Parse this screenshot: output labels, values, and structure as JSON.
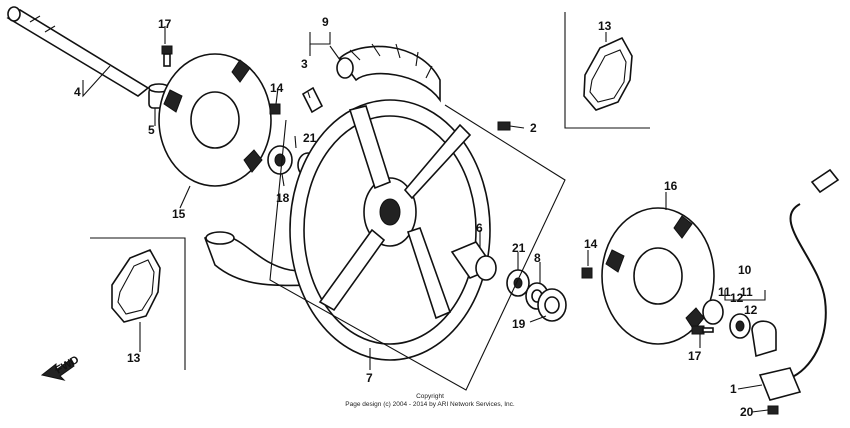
{
  "callouts": {
    "n1": "1",
    "n2": "2",
    "n3": "3",
    "n4": "4",
    "n5": "5",
    "n6": "6",
    "n7": "7",
    "n8": "8",
    "n9": "9",
    "n10": "10",
    "n11a": "11",
    "n11b": "11",
    "n12a": "12",
    "n12b": "12",
    "n13a": "13",
    "n13b": "13",
    "n14a": "14",
    "n14b": "14",
    "n15": "15",
    "n16": "16",
    "n17a": "17",
    "n17b": "17",
    "n18": "18",
    "n19": "19",
    "n20": "20",
    "n21a": "21",
    "n21b": "21"
  },
  "fwd_label": "FWD",
  "copyright": {
    "line1": "Copyright",
    "line2": "Page design (c) 2004 - 2014 by ARI Network Services, Inc."
  }
}
